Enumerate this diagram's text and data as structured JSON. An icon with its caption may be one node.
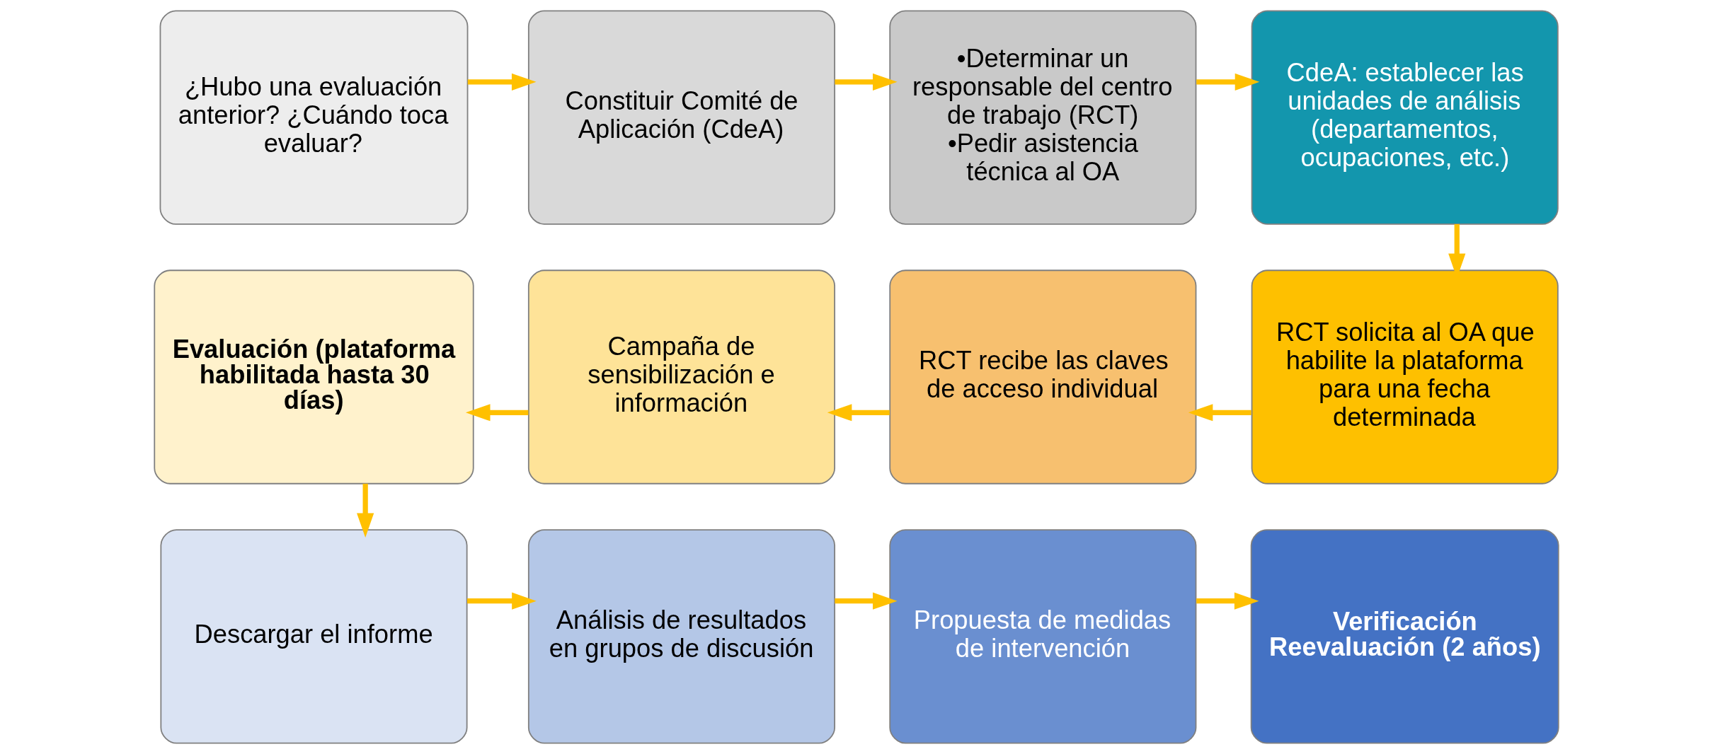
{
  "diagram": {
    "nodes": [
      {
        "text": [
          "¿Hubo una evaluación anterior? ¿Cuándo toca evaluar?"
        ]
      },
      {
        "text": [
          "Constituir Comité de Aplicación (CdeA)"
        ]
      },
      {
        "text": [
          "•Determinar un responsable del centro de trabajo (RCT)",
          "•Pedir asistencia técnica al OA"
        ]
      },
      {
        "text": [
          "CdeA: establecer las unidades de análisis (departamentos, ocupaciones, etc.)"
        ]
      },
      {
        "text": [
          "RCT solicita al OA que habilite la plataforma para una fecha determinada"
        ]
      },
      {
        "text": [
          "RCT recibe las claves de acceso individual"
        ]
      },
      {
        "text": [
          "Campaña de sensibilización e información"
        ]
      },
      {
        "text": [
          "Evaluación (plataforma habilitada hasta 30 días)"
        ]
      },
      {
        "text": [
          "Descargar el informe"
        ]
      },
      {
        "text": [
          "Análisis de resultados en grupos de discusión"
        ]
      },
      {
        "text": [
          "Propuesta de medidas de intervención"
        ]
      },
      {
        "text": [
          "Verificación Reevaluación (2 años)"
        ]
      }
    ],
    "edges": [
      {
        "from": 0,
        "to": 1,
        "arrow": "to"
      },
      {
        "from": 1,
        "to": 2,
        "arrow": "to"
      },
      {
        "from": 2,
        "to": 3,
        "arrow": "to"
      },
      {
        "from": 3,
        "to": 4,
        "arrow": "to"
      },
      {
        "from": 4,
        "to": 5,
        "arrow": "to"
      },
      {
        "from": 5,
        "to": 6,
        "arrow": "to"
      },
      {
        "from": 6,
        "to": 7,
        "arrow": "to"
      },
      {
        "from": 7,
        "to": 8,
        "arrow": "to"
      },
      {
        "from": 8,
        "to": 9,
        "arrow": "to"
      },
      {
        "from": 9,
        "to": 10,
        "arrow": "to"
      },
      {
        "from": 10,
        "to": 11,
        "arrow": "to"
      }
    ]
  }
}
